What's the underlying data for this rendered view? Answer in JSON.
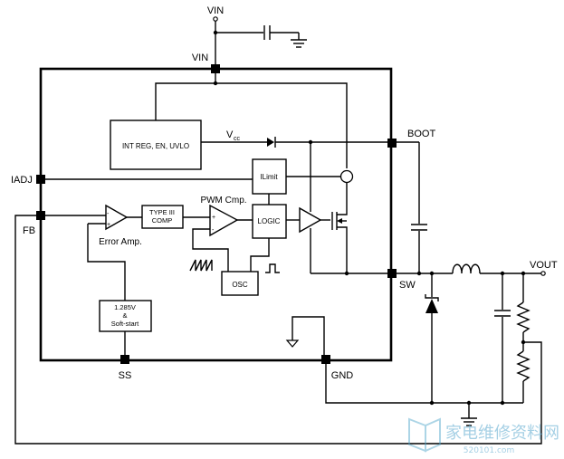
{
  "pins": {
    "vin_top": "VIN",
    "vin_ic": "VIN",
    "boot": "BOOT",
    "iadj": "IADJ",
    "fb": "FB",
    "sw": "SW",
    "ss": "SS",
    "gnd": "GND",
    "vout": "VOUT"
  },
  "blocks": {
    "int_reg": "INT REG, EN, UVLO",
    "vcc_main": "V",
    "vcc_sub": "cc",
    "ilimit": "ILimit",
    "type3_line1": "TYPE III",
    "type3_line2": "COMP",
    "pwm_cmp": "PWM Cmp.",
    "logic": "LOGIC",
    "error_amp": "Error Amp.",
    "osc": "OSC",
    "ref_line1": "1.285V",
    "ref_line2": "&",
    "ref_line3": "Soft-start",
    "plus": "+",
    "minus": "-"
  },
  "watermark": {
    "chinese": "家电维修资料网",
    "url": "520101.com"
  }
}
